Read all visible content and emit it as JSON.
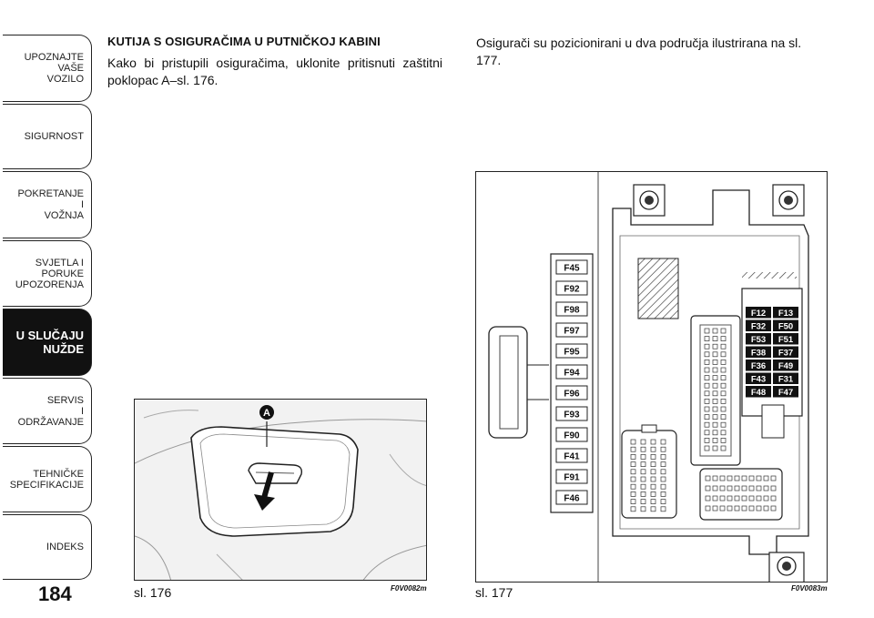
{
  "sidebar": {
    "tabs": [
      {
        "label": "UPOZNAJTE\nVAŠE\nVOZILO",
        "active": false
      },
      {
        "label": "SIGURNOST",
        "active": false
      },
      {
        "label": "POKRETANJE\nI\nVOŽNJA",
        "active": false
      },
      {
        "label": "SVJETLA I\nPORUKE\nUPOZORENJA",
        "active": false
      },
      {
        "label": "U SLUČAJU\nNUŽDE",
        "active": true
      },
      {
        "label": "SERVIS\nI\nODRŽAVANJE",
        "active": false
      },
      {
        "label": "TEHNIČKE\nSPECIFIKACIJE",
        "active": false
      },
      {
        "label": "INDEKS",
        "active": false
      }
    ],
    "page_number": "184"
  },
  "content": {
    "heading": "KUTIJA S OSIGURAČIMA U PUTNIČKOJ KABINI",
    "left_paragraph": "Kako bi pristupili osiguračima, uklonite pritisnuti zaštitni poklopac A–sl. 176.",
    "right_paragraph": "Osigurači su pozicionirani u dva područja ilustrirana na sl. 177."
  },
  "figure_176": {
    "caption": "sl. 176",
    "code": "F0V0082m",
    "marker": "A"
  },
  "figure_177": {
    "caption": "sl. 177",
    "code": "F0V0083m",
    "left_column": [
      "F45",
      "F92",
      "F98",
      "F97",
      "F95",
      "F94",
      "F96",
      "F93",
      "F90",
      "F41",
      "F91",
      "F46"
    ],
    "right_grid": [
      [
        "F12",
        "F13"
      ],
      [
        "F32",
        "F50"
      ],
      [
        "F53",
        "F51"
      ],
      [
        "F38",
        "F37"
      ],
      [
        "F36",
        "F49"
      ],
      [
        "F43",
        "F31"
      ],
      [
        "F48",
        "F47"
      ]
    ]
  }
}
